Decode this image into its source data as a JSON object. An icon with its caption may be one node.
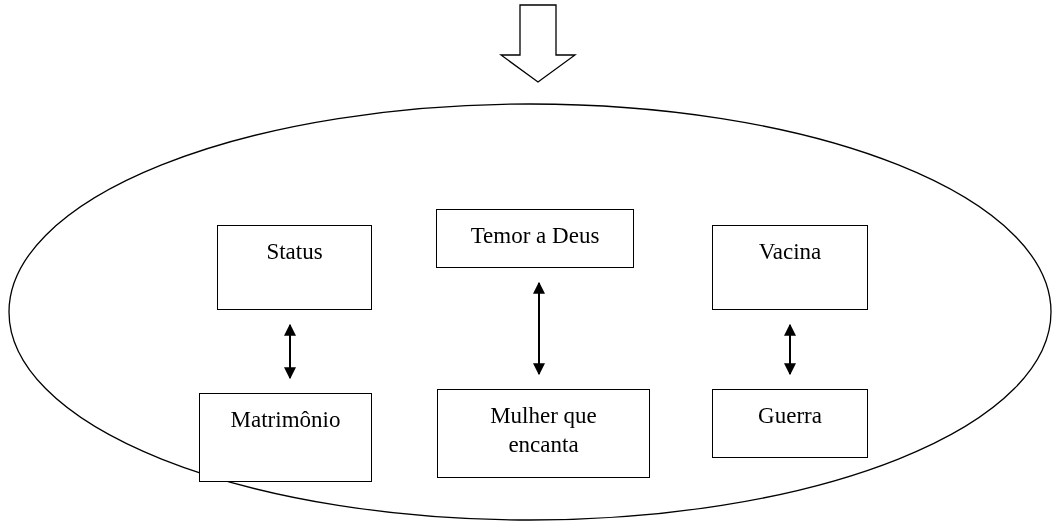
{
  "diagram": {
    "nodes": [
      {
        "text": [],
        "shape": "ellipse"
      },
      {
        "text": [
          "Status"
        ],
        "in": 0
      },
      {
        "text": [
          "Temor a Deus"
        ],
        "in": 0
      },
      {
        "text": [
          "Vacina"
        ],
        "in": 0
      },
      {
        "text": [
          "Matrimônio"
        ],
        "in": 0
      },
      {
        "text": [
          "Mulher que encanta"
        ],
        "in": 0
      },
      {
        "text": [
          "Guerra"
        ],
        "in": 0
      }
    ],
    "edges": [
      {
        "from": null,
        "to": 0,
        "arrow": "to"
      },
      {
        "from": 1,
        "to": 4,
        "arrow": "both"
      },
      {
        "from": 2,
        "to": 5,
        "arrow": "both"
      },
      {
        "from": 3,
        "to": 6,
        "arrow": "both"
      }
    ]
  }
}
